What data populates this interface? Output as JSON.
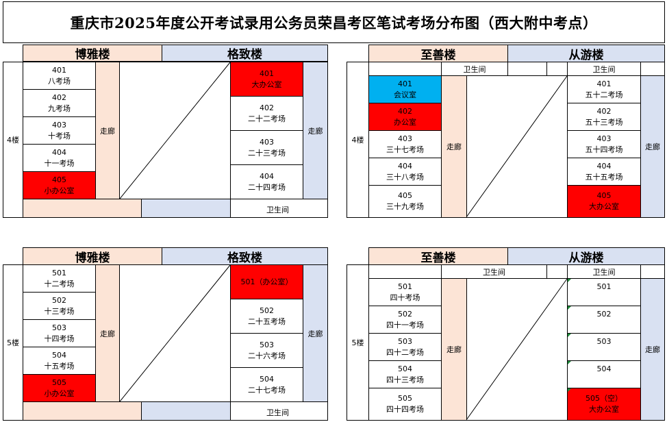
{
  "title": "重庆市2025年度公开考试录用公务员荣昌考区笔试考场分布图（西大附中考点）",
  "left_top": {
    "building_a": "博雅楼",
    "building_b": "格致楼",
    "floor": "4楼",
    "corridor_a": "走廊",
    "corridor_b": "走廊",
    "restroom": "卫生间",
    "rooms_a": [
      {
        "num": "401",
        "name": "八考场"
      },
      {
        "num": "402",
        "name": "九考场"
      },
      {
        "num": "403",
        "name": "十考场"
      },
      {
        "num": "404",
        "name": "十一考场"
      },
      {
        "num": "405",
        "name": "小办公室"
      }
    ],
    "rooms_b": [
      {
        "num": "401",
        "name": "大办公室"
      },
      {
        "num": "402",
        "name": "二十二考场"
      },
      {
        "num": "403",
        "name": "二十三考场"
      },
      {
        "num": "404",
        "name": "二十四考场"
      }
    ]
  },
  "right_top": {
    "building_a": "至善楼",
    "building_b": "从游楼",
    "floor": "4楼",
    "corridor_a": "走廊",
    "corridor_b": "走廊",
    "restroom_a": "卫生间",
    "restroom_b": "卫生间",
    "rooms_a": [
      {
        "num": "401",
        "name": "会议室"
      },
      {
        "num": "402",
        "name": "办公室"
      },
      {
        "num": "403",
        "name": "三十七考场"
      },
      {
        "num": "404",
        "name": "三十八考场"
      },
      {
        "num": "405",
        "name": "三十九考场"
      }
    ],
    "rooms_b": [
      {
        "num": "401",
        "name": "五十二考场"
      },
      {
        "num": "402",
        "name": "五十三考场"
      },
      {
        "num": "403",
        "name": "五十四考场"
      },
      {
        "num": "404",
        "name": "五十五考场"
      },
      {
        "num": "405",
        "name": "大办公室"
      }
    ]
  },
  "left_bottom": {
    "building_a": "博雅楼",
    "building_b": "格致楼",
    "floor": "5楼",
    "corridor_a": "走廊",
    "corridor_b": "走廊",
    "restroom": "卫生间",
    "rooms_a": [
      {
        "num": "501",
        "name": "十二考场"
      },
      {
        "num": "502",
        "name": "十三考场"
      },
      {
        "num": "503",
        "name": "十四考场"
      },
      {
        "num": "504",
        "name": "十五考场"
      },
      {
        "num": "505",
        "name": "小办公室"
      }
    ],
    "rooms_b": [
      {
        "num": "501（办公室）",
        "name": ""
      },
      {
        "num": "502",
        "name": "二十五考场"
      },
      {
        "num": "503",
        "name": "二十六考场"
      },
      {
        "num": "504",
        "name": "二十七考场"
      }
    ]
  },
  "right_bottom": {
    "building_a": "至善楼",
    "building_b": "从游楼",
    "floor": "5楼",
    "corridor_a": "走廊",
    "corridor_b": "走廊",
    "restroom_a": "卫生间",
    "restroom_b": "卫生间",
    "rooms_a": [
      {
        "num": "501",
        "name": "四十考场"
      },
      {
        "num": "502",
        "name": "四十一考场"
      },
      {
        "num": "503",
        "name": "四十二考场"
      },
      {
        "num": "504",
        "name": "四十三考场"
      },
      {
        "num": "505",
        "name": "四十四考场"
      }
    ],
    "rooms_b": [
      {
        "num": "501",
        "name": ""
      },
      {
        "num": "502",
        "name": ""
      },
      {
        "num": "503",
        "name": ""
      },
      {
        "num": "504",
        "name": ""
      },
      {
        "num": "505（空）",
        "name": "大办公室"
      }
    ]
  },
  "colors": {
    "orange": "#fce4d6",
    "blue": "#d9e1f2",
    "red": "#ff0000",
    "cyan": "#00b0f0"
  }
}
